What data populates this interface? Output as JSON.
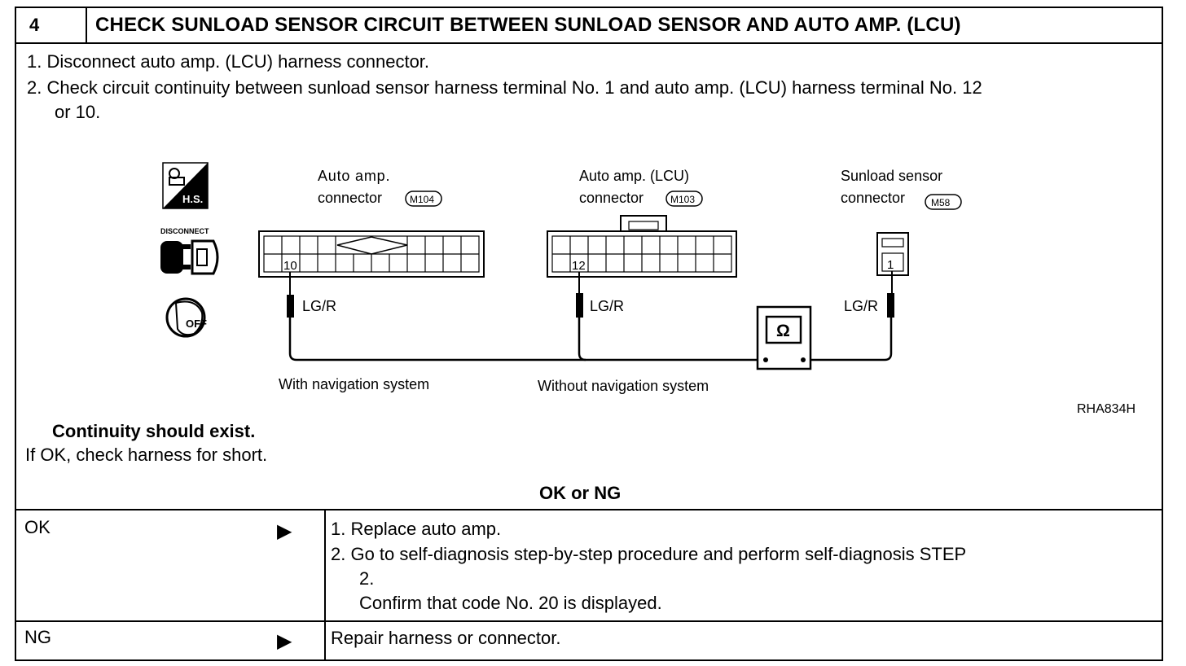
{
  "header": {
    "step_number": "4",
    "title": "CHECK SUNLOAD SENSOR CIRCUIT BETWEEN SUNLOAD SENSOR AND AUTO AMP. (LCU)"
  },
  "instructions": [
    "1. Disconnect auto amp. (LCU) harness connector.",
    "2. Check circuit continuity between sunload sensor harness terminal No. 1 and auto amp. (LCU) harness terminal No. 12",
    "or 10."
  ],
  "diagram": {
    "icons": {
      "hs_label": "H.S.",
      "disconnect_label": "DISCONNECT",
      "key_label": "OFF"
    },
    "connector_m104": {
      "title": "Auto amp.",
      "subtitle": "connector",
      "code": "M104",
      "terminal": "10",
      "wire_color": "LG/R",
      "caption": "With navigation system"
    },
    "connector_m103": {
      "title": "Auto amp. (LCU)",
      "subtitle": "connector",
      "code": "M103",
      "terminal": "12",
      "wire_color": "LG/R",
      "caption": "Without navigation system"
    },
    "connector_m58": {
      "title": "Sunload sensor",
      "subtitle": "connector",
      "code": "M58",
      "terminal": "1",
      "wire_color": "LG/R"
    },
    "meter_symbol": "Ω",
    "figure_id": "RHA834H"
  },
  "result": {
    "expected": "Continuity should exist.",
    "note": "If OK, check harness for short."
  },
  "decision": {
    "heading": "OK or NG",
    "rows": [
      {
        "label": "OK",
        "arrow": "▶",
        "actions": [
          "1. Replace auto amp.",
          "2. Go to self-diagnosis step-by-step procedure and perform self-diagnosis STEP",
          "2.",
          "Confirm that code No. 20 is displayed."
        ]
      },
      {
        "label": "NG",
        "arrow": "▶",
        "actions": [
          "Repair harness or connector."
        ]
      }
    ]
  }
}
